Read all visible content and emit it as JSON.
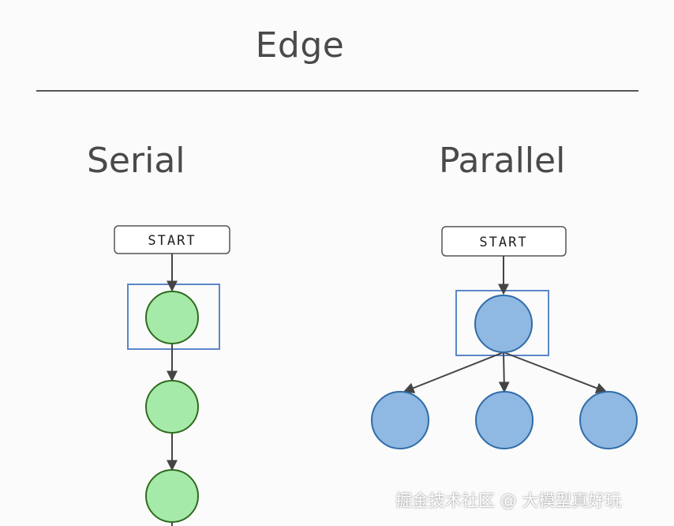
{
  "title": "Edge",
  "serial": {
    "heading": "Serial",
    "start_label": "START"
  },
  "parallel": {
    "heading": "Parallel",
    "start_label": "START"
  },
  "watermark": "掘金技术社区 @ 大模型真好玩",
  "colors": {
    "serial_node_fill": "#a5eaa8",
    "serial_node_stroke": "#2f6b1f",
    "parallel_node_fill": "#8fb8e2",
    "parallel_node_stroke": "#2f6ca8",
    "highlight_box": "#5b87c9",
    "edge": "#444444"
  }
}
